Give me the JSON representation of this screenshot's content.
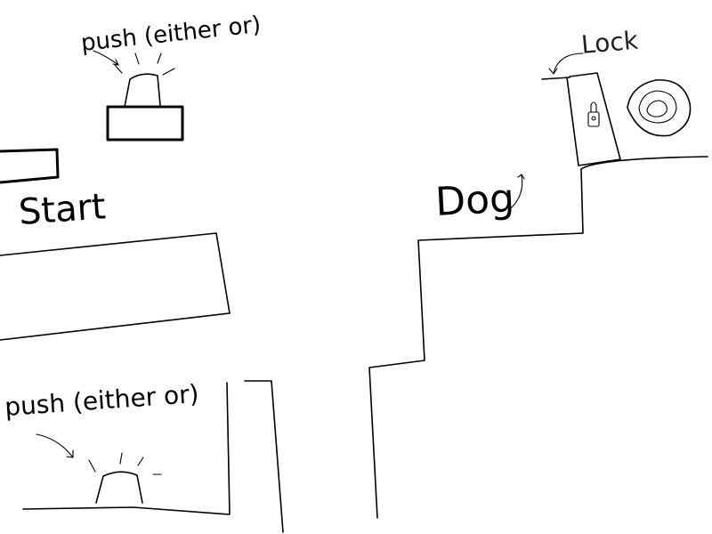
{
  "labels": {
    "start": "Start",
    "push_top": "push (either or)",
    "push_bottom": "push (either or)",
    "dog": "Dog",
    "lock": "Lock"
  },
  "colors": {
    "background": "#ffffff",
    "ink": "#000000"
  },
  "icons": {
    "button_top": "push-button-icon",
    "button_bottom": "push-button-icon",
    "lock": "padlock-icon",
    "portal": "spiral-portal-icon"
  }
}
